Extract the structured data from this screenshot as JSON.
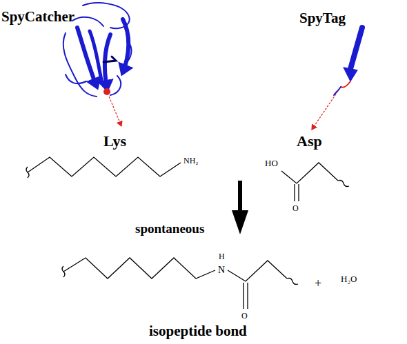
{
  "diagram": {
    "labels": [
      "SpyCatcher",
      "SpyTag",
      "Lys",
      "Asp",
      "NH₂",
      "HO",
      "O",
      "spontaneous",
      "H",
      "N",
      "O",
      "+",
      "H₂O",
      "isopeptide bond"
    ]
  }
}
